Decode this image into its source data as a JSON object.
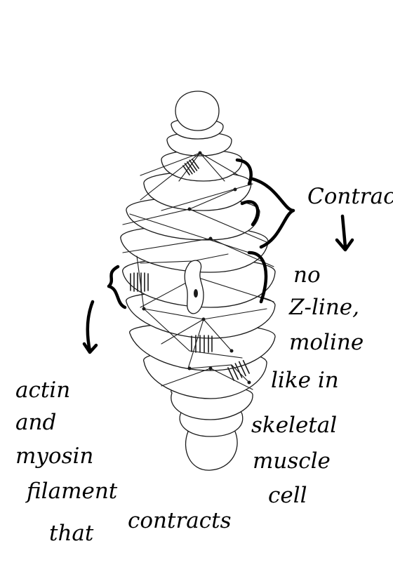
{
  "annotations": {
    "contracts": "Contracts",
    "no_z_line": [
      "no",
      "Z-line,",
      "moline",
      "like in",
      "skeletal",
      "muscle",
      "cell"
    ],
    "actin_myosin": [
      "actin",
      "and",
      "myosin",
      "filament",
      "that",
      "contracts"
    ]
  },
  "colors": {
    "ink": "#000000",
    "outline": "#1a1a1a",
    "background": "#ffffff"
  }
}
